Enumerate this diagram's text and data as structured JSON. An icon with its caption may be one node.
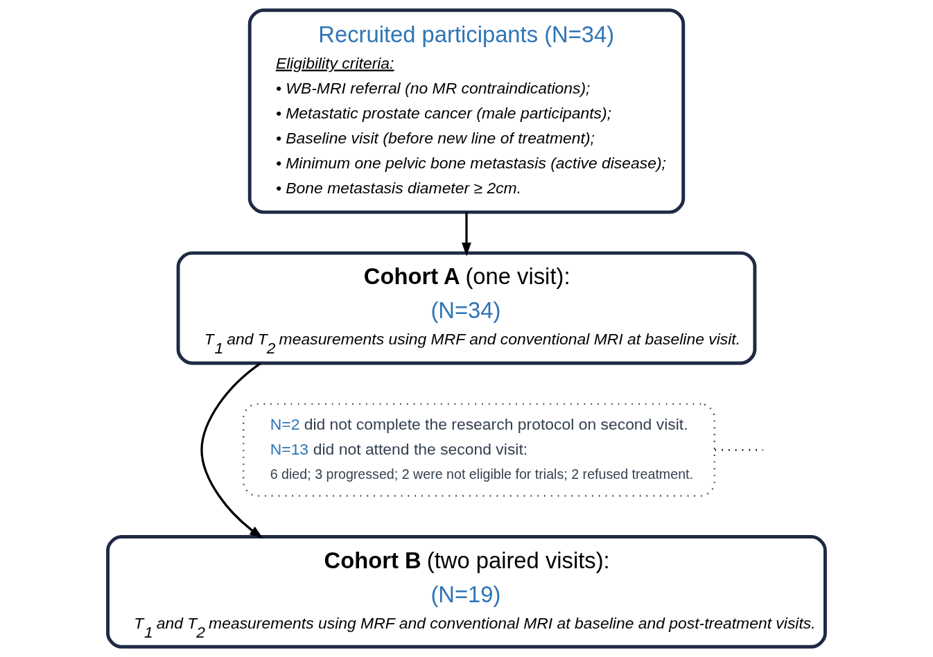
{
  "diagram": {
    "nodes": [
      {
        "text": [
          "Recruited participants (N=34)",
          "Eligibility criteria:",
          "• WB-MRI referral (no MR contraindications);",
          "• Metastatic prostate cancer (male participants);",
          "• Baseline visit (before new line of treatment);",
          "• Minimum one pelvic bone metastasis (active disease);",
          "• Bone metastasis diameter ≥ 2cm."
        ]
      },
      {
        "text": [
          "**Cohort A** (one visit):",
          "(N=34)",
          "T$_{1}$ and T$_{2}$ measurements using MRF and conventional MRI at baseline visit."
        ]
      },
      {
        "text": [
          "**Cohort B** (two paired visits):",
          "(N=19)",
          "T$_{1}$ and T$_{2}$ measurements using MRF and conventional MRI at baseline and post-treatment visits."
        ]
      },
      {
        "text": [
          "N=2 did not complete the research protocol on second visit.",
          "N=13 did not attend the second visit:",
          "6 died; 3 progressed; 2 were not eligible for trials; 2 refused treatment."
        ]
      }
    ],
    "edges": [
      {
        "from": 0,
        "to": 1,
        "arrow": "to"
      },
      {
        "from": 1,
        "to": 2,
        "arrow": "to"
      },
      {
        "from": 3,
        "to": null,
        "arrow": "none",
        "style": "dashed"
      }
    ]
  }
}
